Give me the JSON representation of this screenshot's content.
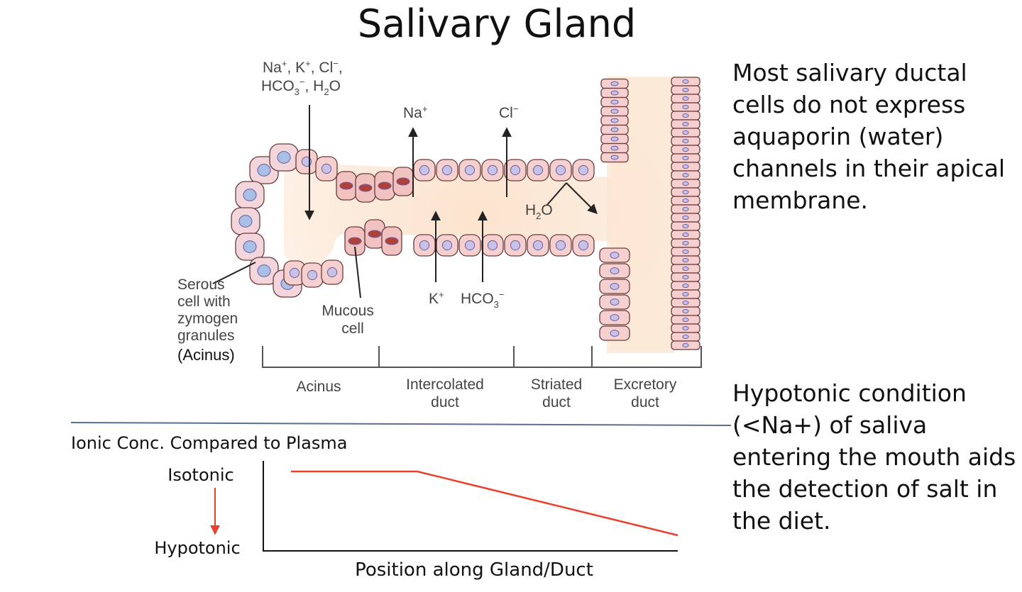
{
  "title": "Salivary Gland",
  "notes": {
    "aquaporin": "Most salivary ductal cells do not express aquaporin (water) channels in their apical membrane.",
    "hypotonic": "Hypotonic condition (<Na+) of saliva entering the mouth aids the detection of salt in the diet."
  },
  "diagram": {
    "secretion_ions_line1": [
      "Na",
      "+",
      ", K",
      "+",
      ", Cl",
      "−",
      ","
    ],
    "secretion_ions_line2": [
      "HCO",
      "3",
      "−",
      ", H",
      "2",
      "O"
    ],
    "na": [
      "Na",
      "+"
    ],
    "cl": [
      "Cl",
      "−"
    ],
    "h2o": [
      "H",
      "2",
      "O"
    ],
    "k": [
      "K",
      "+"
    ],
    "hco3": [
      "HCO",
      "3",
      "−"
    ],
    "serous_label": [
      "Serous",
      "cell with",
      "zymogen",
      "granules"
    ],
    "acinus_paren": "(Acinus)",
    "mucous_label": [
      "Mucous",
      "cell"
    ],
    "segments": [
      {
        "name": "acinus",
        "lines": [
          "Acinus"
        ]
      },
      {
        "name": "intercolated",
        "lines": [
          "Intercolated",
          "duct"
        ]
      },
      {
        "name": "striated",
        "lines": [
          "Striated",
          "duct"
        ]
      },
      {
        "name": "excretory",
        "lines": [
          "Excretory",
          "duct"
        ]
      }
    ]
  },
  "graph": {
    "title": "Ionic Conc. Compared to Plasma",
    "y_top": "Isotonic",
    "y_bottom": "Hypotonic",
    "x_label": "Position  along Gland/Duct",
    "line_color": "#e8412f",
    "arrow_color": "#e8412f"
  }
}
